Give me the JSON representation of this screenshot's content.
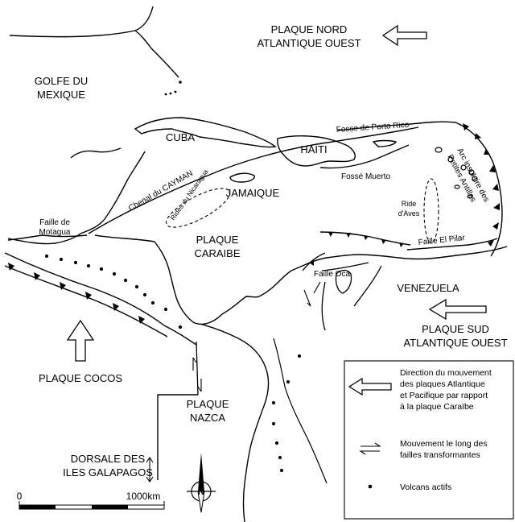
{
  "labels": {
    "plaque_nord": [
      "PLAQUE NORD",
      "ATLANTIQUE OUEST"
    ],
    "golfe": [
      "GOLFE DU",
      "MEXIQUE"
    ],
    "cuba": "CUBA",
    "haiti": "HAITI",
    "jamaique": "JAMAIQUE",
    "plaque_caraibe": [
      "PLAQUE",
      "CARAIBE"
    ],
    "venezuela": "VENEZUELA",
    "plaque_sud": [
      "PLAQUE SUD",
      "ATLANTIQUE OUEST"
    ],
    "plaque_cocos": "PLAQUE COCOS",
    "plaque_nazca": [
      "PLAQUE",
      "NAZCA"
    ],
    "dorsale": [
      "DORSALE DES",
      "ILES GALAPAGOS"
    ],
    "fosse_porto_rico": "Fosse de Porto Rico",
    "fosse_muerto": "Fossé Muerto",
    "chenal_cayman": "Chenal du CAYMAN",
    "rides_nicaragua": "Rides du Nicaragua",
    "arc_insulaire": [
      "Arc insulaire des",
      "Petites Antilles"
    ],
    "ride_aves": [
      "Ride",
      "d'Aves"
    ],
    "faille_el_pilar": "Faille El Pilar",
    "faille_oca": "Faille Oca",
    "faille_motagua": [
      "Faille de",
      "Motagua"
    ]
  },
  "scale": {
    "start": "0",
    "end": "1000km"
  },
  "compass": {
    "north": "N"
  },
  "legend": {
    "items": [
      {
        "symbol": "hollow-arrow",
        "text": [
          "Direction du mouvement",
          "des plaques Atlantique",
          "et Pacifique par rapport",
          "à la plaque Caraïbe"
        ]
      },
      {
        "symbol": "half-arrows",
        "text": [
          "Mouvement le long des",
          "failles transformantes"
        ]
      },
      {
        "symbol": "dot",
        "text": [
          "Volcans actifs"
        ]
      }
    ]
  },
  "colors": {
    "ink": "#000000",
    "paper": "#ffffff"
  }
}
